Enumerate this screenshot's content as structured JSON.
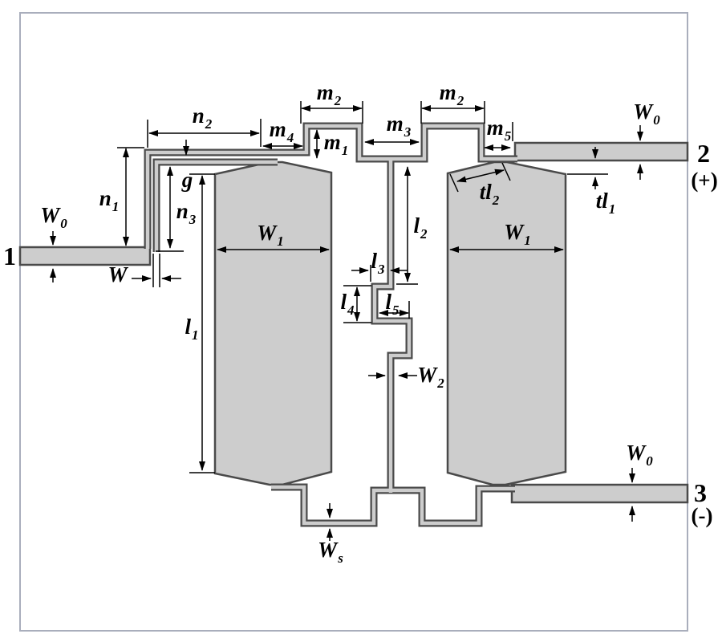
{
  "figure": {
    "description": "Microstrip balun bandpass filter layout with labeled physical dimensions",
    "frame_color": "#a9aebc",
    "metal_fill": "#cdcdcd",
    "metal_outline": "#4a4a4a",
    "dimension_color": "#000000",
    "background": "#ffffff"
  },
  "ports": {
    "port1": {
      "label": "1",
      "polarity": ""
    },
    "port2": {
      "label": "2",
      "polarity": "(+)"
    },
    "port3": {
      "label": "3",
      "polarity": "(-)"
    }
  },
  "dims": {
    "W0": {
      "main": "W",
      "sub": "0"
    },
    "W": {
      "main": "W",
      "sub": ""
    },
    "W1": {
      "main": "W",
      "sub": "1"
    },
    "W2": {
      "main": "W",
      "sub": "2"
    },
    "Ws": {
      "main": "W",
      "sub": "s"
    },
    "n1": {
      "main": "n",
      "sub": "1"
    },
    "n2": {
      "main": "n",
      "sub": "2"
    },
    "n3": {
      "main": "n",
      "sub": "3"
    },
    "g": {
      "main": "g",
      "sub": ""
    },
    "m1": {
      "main": "m",
      "sub": "1"
    },
    "m2": {
      "main": "m",
      "sub": "2"
    },
    "m3": {
      "main": "m",
      "sub": "3"
    },
    "m4": {
      "main": "m",
      "sub": "4"
    },
    "m5": {
      "main": "m",
      "sub": "5"
    },
    "l1": {
      "main": "l",
      "sub": "1"
    },
    "l2": {
      "main": "l",
      "sub": "2"
    },
    "l3": {
      "main": "l",
      "sub": "3"
    },
    "l4": {
      "main": "l",
      "sub": "4"
    },
    "l5": {
      "main": "l",
      "sub": "5"
    },
    "tl1": {
      "main": "tl",
      "sub": "1"
    },
    "tl2": {
      "main": "tl",
      "sub": "2"
    }
  }
}
